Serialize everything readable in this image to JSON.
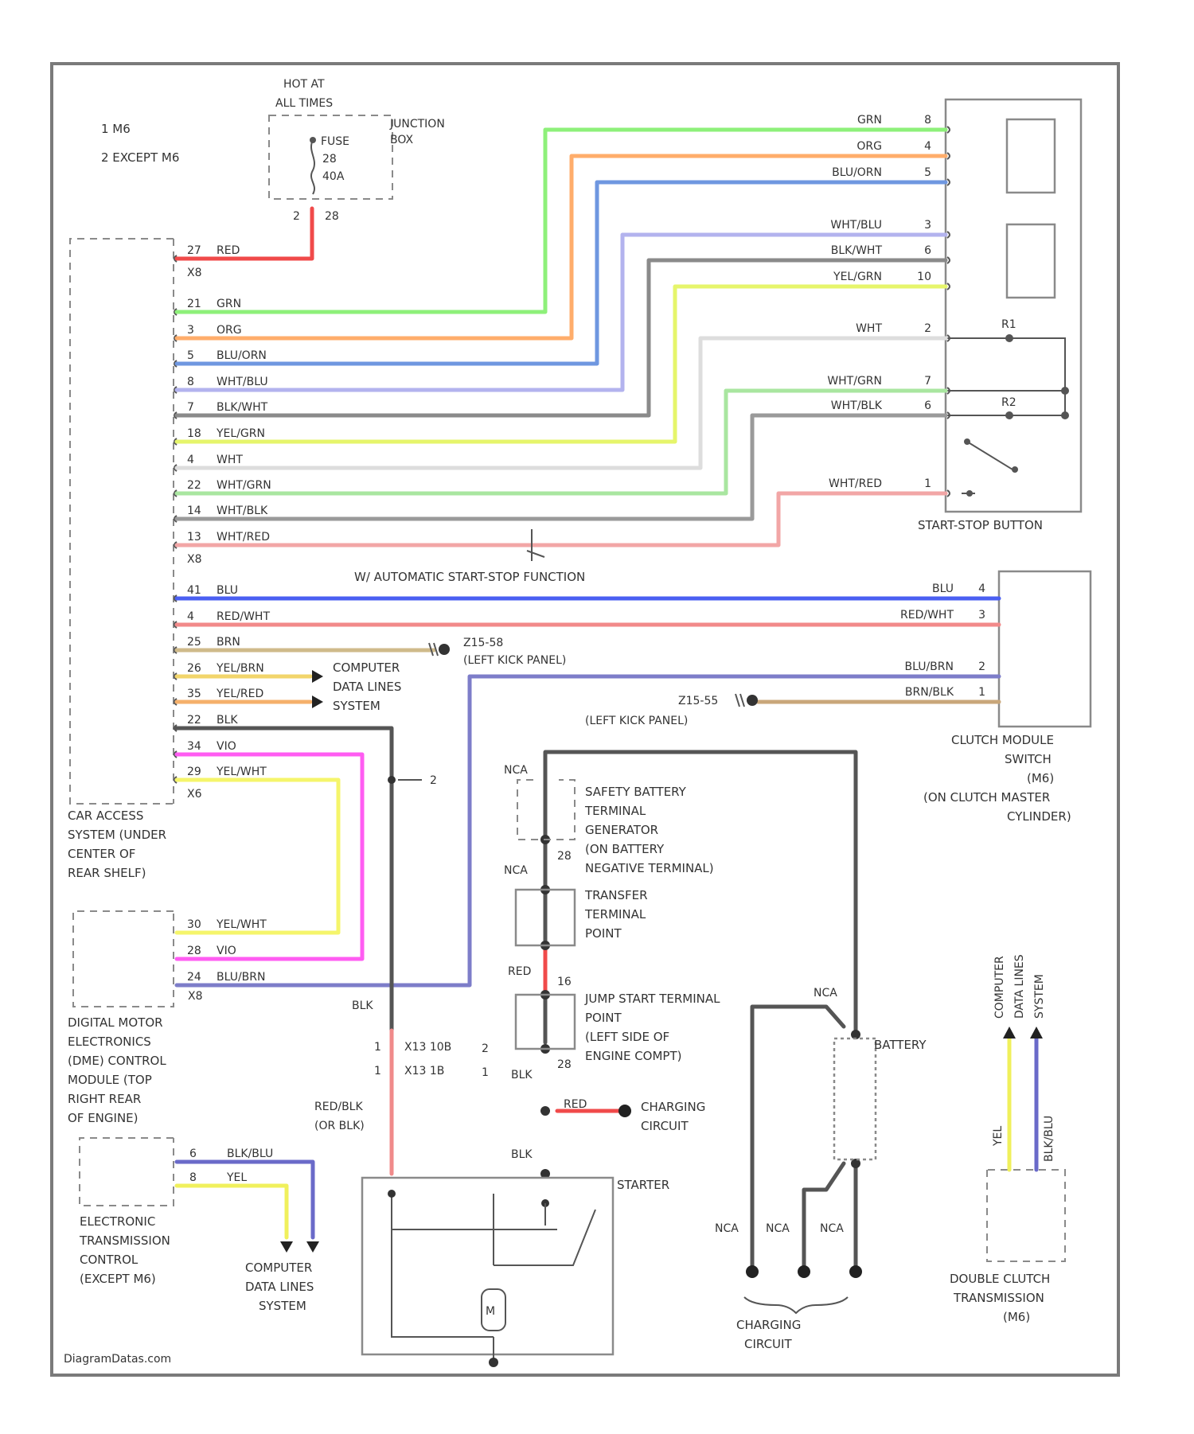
{
  "notes": {
    "n1": "1  M6",
    "n2": "2  EXCEPT M6"
  },
  "junction": {
    "hot1": "HOT AT",
    "hot2": "ALL TIMES",
    "jb1": "JUNCTION",
    "jb2": "BOX",
    "f1": "FUSE",
    "f2": "28",
    "f3": "40A",
    "pin": "2",
    "pinc": "28"
  },
  "colors": {
    "GRN": "#8ef07a",
    "ORG": "#ffad6b",
    "BLUORN": "#6f97e0",
    "WHTBLU": "#b3b3ee",
    "BLKWHT": "#8a8a8a",
    "YELGRN": "#e6f56b",
    "WHT": "#dddddd",
    "WHTGRN": "#a9e6a0",
    "WHTBLK": "#9a9a9a",
    "WHTRED": "#f2a6a6",
    "RED": "#f04a4a",
    "BLU": "#4a5ff2",
    "REDWHT": "#f28a8a",
    "BRN": "#cfba8a",
    "YELBRN": "#f2d56b",
    "YELRED": "#f5b06b",
    "BLK": "#555555",
    "VIO": "#ff5cf2",
    "YELWHT": "#f5f56b",
    "BLUBRN": "#7d7dc9",
    "BRNBLK": "#c9a77a",
    "YEL": "#f0f05c",
    "BLKBLU": "#6a6ac9"
  },
  "cas": {
    "label": [
      "CAR ACCESS",
      "SYSTEM (UNDER",
      "CENTER OF",
      "REAR SHELF)"
    ],
    "rows": [
      {
        "pin": "27",
        "wire": "RED",
        "conn": "X8"
      },
      {
        "pin": "21",
        "wire": "GRN"
      },
      {
        "pin": "3",
        "wire": "ORG"
      },
      {
        "pin": "5",
        "wire": "BLU/ORN"
      },
      {
        "pin": "8",
        "wire": "WHT/BLU"
      },
      {
        "pin": "7",
        "wire": "BLK/WHT"
      },
      {
        "pin": "18",
        "wire": "YEL/GRN"
      },
      {
        "pin": "4",
        "wire": "WHT"
      },
      {
        "pin": "22",
        "wire": "WHT/GRN"
      },
      {
        "pin": "14",
        "wire": "WHT/BLK"
      },
      {
        "pin": "13",
        "wire": "WHT/RED",
        "conn": "X8"
      },
      {
        "pin": "41",
        "wire": "BLU"
      },
      {
        "pin": "4",
        "wire": "RED/WHT"
      },
      {
        "pin": "25",
        "wire": "BRN"
      },
      {
        "pin": "26",
        "wire": "YEL/BRN"
      },
      {
        "pin": "35",
        "wire": "YEL/RED"
      },
      {
        "pin": "22",
        "wire": "BLK"
      },
      {
        "pin": "34",
        "wire": "VIO"
      },
      {
        "pin": "29",
        "wire": "YEL/WHT",
        "conn": "X6"
      }
    ]
  },
  "auto_ss": "W/ AUTOMATIC START-STOP FUNCTION",
  "ssb": {
    "label": "START-STOP BUTTON",
    "wires": [
      {
        "wire": "GRN",
        "pin": "8"
      },
      {
        "wire": "ORG",
        "pin": "4"
      },
      {
        "wire": "BLU/ORN",
        "pin": "5"
      },
      {
        "wire": "WHT/BLU",
        "pin": "3"
      },
      {
        "wire": "BLK/WHT",
        "pin": "6"
      },
      {
        "wire": "YEL/GRN",
        "pin": "10"
      },
      {
        "wire": "WHT",
        "pin": "2"
      },
      {
        "wire": "WHT/GRN",
        "pin": "7"
      },
      {
        "wire": "WHT/BLK",
        "pin": "6"
      },
      {
        "wire": "WHT/RED",
        "pin": "1"
      }
    ],
    "r1": "R1",
    "r2": "R2"
  },
  "clutch": {
    "label": [
      "CLUTCH MODULE",
      "SWITCH",
      "(M6)",
      "(ON CLUTCH MASTER",
      "CYLINDER)"
    ],
    "wires": [
      {
        "wire": "BLU",
        "pin": "4"
      },
      {
        "wire": "RED/WHT",
        "pin": "3"
      },
      {
        "wire": "BLU/BRN",
        "pin": "2"
      },
      {
        "wire": "BRN/BLK",
        "pin": "1"
      }
    ]
  },
  "grounds": {
    "g1a": "Z15-58",
    "g1b": "(LEFT KICK PANEL)",
    "g2a": "Z15-55",
    "g2b": "(LEFT KICK PANEL)"
  },
  "cdl": [
    "COMPUTER",
    "DATA LINES",
    "SYSTEM"
  ],
  "dme": {
    "label": [
      "DIGITAL MOTOR",
      "ELECTRONICS",
      "(DME) CONTROL",
      "MODULE (TOP",
      "RIGHT REAR",
      "OF ENGINE)"
    ],
    "rows": [
      {
        "pin": "30",
        "wire": "YEL/WHT"
      },
      {
        "pin": "28",
        "wire": "VIO"
      },
      {
        "pin": "24",
        "wire": "BLU/BRN"
      }
    ],
    "conn": "X8"
  },
  "etc": {
    "label": [
      "ELECTRONIC",
      "TRANSMISSION",
      "CONTROL",
      "(EXCEPT M6)"
    ],
    "rows": [
      {
        "pin": "6",
        "wire": "BLK/BLU"
      },
      {
        "pin": "8",
        "wire": "YEL"
      }
    ]
  },
  "power": {
    "sbt": [
      "SAFETY BATTERY",
      "TERMINAL",
      "GENERATOR",
      "(ON BATTERY",
      "NEGATIVE TERMINAL)"
    ],
    "ttp": [
      "TRANSFER",
      "TERMINAL",
      "POINT"
    ],
    "jst": [
      "JUMP START TERMINAL",
      "POINT",
      "(LEFT SIDE OF",
      "ENGINE COMPT)"
    ],
    "charging": [
      "CHARGING",
      "CIRCUIT"
    ],
    "starter": "STARTER",
    "battery": "BATTERY",
    "nca": "NCA",
    "red": "RED",
    "blk": "BLK",
    "x28": "28",
    "x16": "16",
    "redblk": [
      "RED/BLK",
      "(OR BLK)"
    ],
    "x13a": "X13 10B",
    "x13b": "X13 1B",
    "n1": "1",
    "n2": "2",
    "n21": "2",
    "n11": "1",
    "note2": "2",
    "m": "M"
  },
  "dct": {
    "label": [
      "DOUBLE CLUTCH",
      "TRANSMISSION",
      "(M6)"
    ],
    "w1": "YEL",
    "w2": "BLK/BLU"
  },
  "watermark": "DiagramDatas.com"
}
